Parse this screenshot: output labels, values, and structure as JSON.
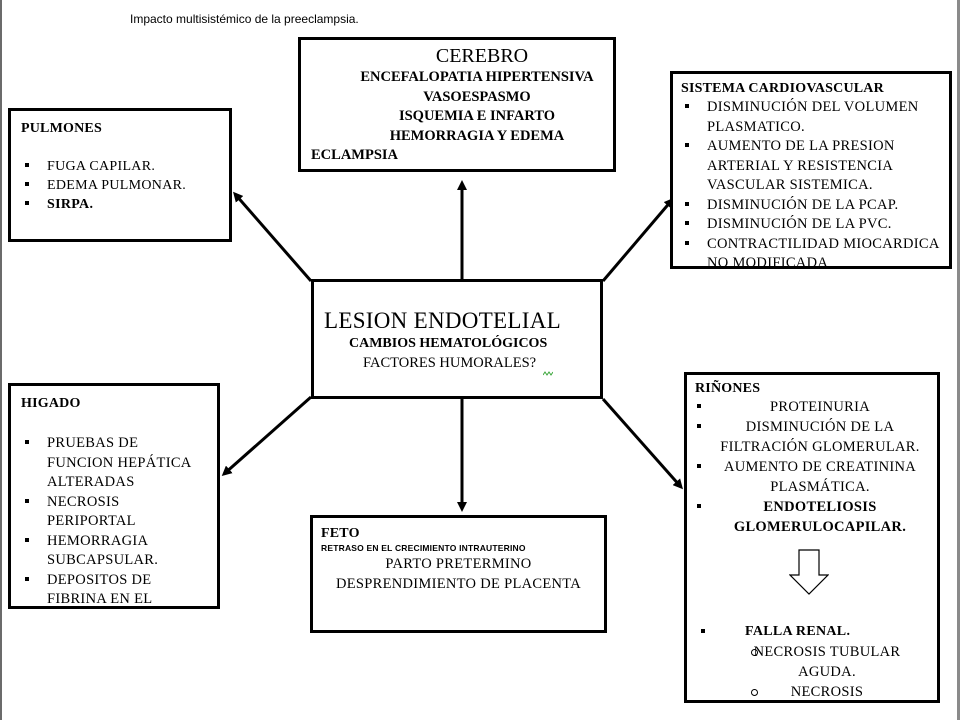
{
  "caption": "Impacto multisistémico de la preeclampsia.",
  "center": {
    "title": "LESION ENDOTELIAL",
    "line1": "CAMBIOS HEMATOLÓGICOS",
    "line2": "FACTORES HUMORALES?"
  },
  "cerebro": {
    "title": "CEREBRO",
    "lines": [
      "ENCEFALOPATIA HIPERTENSIVA",
      "VASOESPASMO",
      "ISQUEMIA E INFARTO",
      "HEMORRAGIA Y EDEMA"
    ],
    "last": "ECLAMPSIA"
  },
  "pulmones": {
    "title": "PULMONES",
    "items": [
      "FUGA CAPILAR.",
      "EDEMA PULMONAR.",
      "SIRPA."
    ]
  },
  "cardio": {
    "title": "SISTEMA CARDIOVASCULAR",
    "items": [
      "DISMINUCIÓN DEL VOLUMEN PLASMATICO.",
      "AUMENTO DE LA PRESION ARTERIAL Y RESISTENCIA VASCULAR SISTEMICA.",
      "DISMINUCIÓN DE LA PCAP.",
      "DISMINUCIÓN DE LA PVC.",
      "CONTRACTILIDAD MIOCARDICA NO MODIFICADA"
    ]
  },
  "higado": {
    "title": "HIGADO",
    "items": [
      "PRUEBAS DE FUNCION HEPÁTICA ALTERADAS",
      "NECROSIS PERIPORTAL",
      "HEMORRAGIA SUBCAPSULAR.",
      "DEPOSITOS DE FIBRINA EN EL"
    ]
  },
  "feto": {
    "title": "FETO",
    "small": "RETRASO EN EL CRECIMIENTO INTRAUTERINO",
    "line1": "PARTO PRETERMINO",
    "line2": "DESPRENDIMIENTO DE PLACENTA"
  },
  "rinones": {
    "title": "RIÑONES",
    "items": [
      "PROTEINURIA",
      "DISMINUCIÓN DE LA FILTRACIÓN GLOMERULAR.",
      "AUMENTO DE CREATININA PLASMÁTICA.",
      "ENDOTELIOSIS GLOMERULOCAPILAR."
    ],
    "failure": "FALLA RENAL.",
    "sub_items": [
      "NECROSIS TUBULAR AGUDA.",
      "NECROSIS"
    ]
  }
}
